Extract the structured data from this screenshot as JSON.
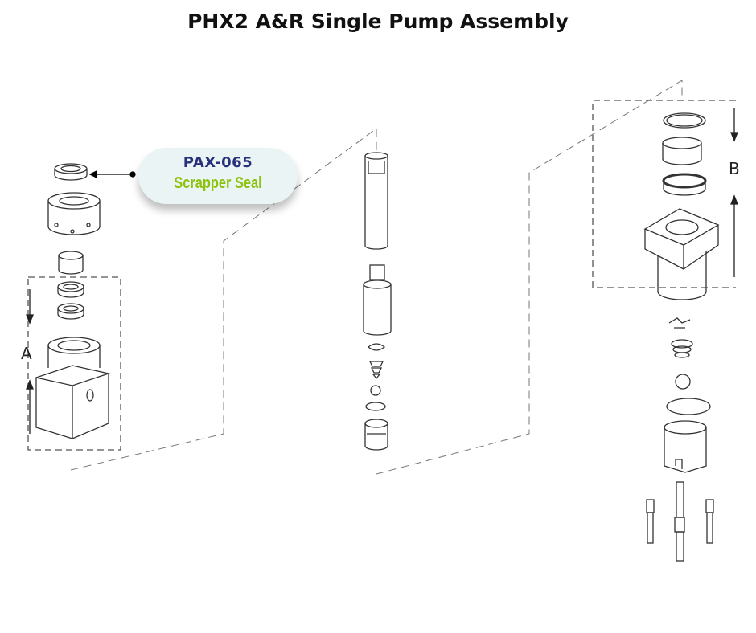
{
  "title": "PHX2 A&R Single Pump Assembly",
  "callout": {
    "part_number": "PAX-065",
    "description": "Scrapper Seal"
  },
  "labels": {
    "a": "A",
    "b": "B"
  },
  "colors": {
    "part_number": "#27307a",
    "description": "#8cc20c",
    "callout_bg": "#eaf4f4"
  }
}
